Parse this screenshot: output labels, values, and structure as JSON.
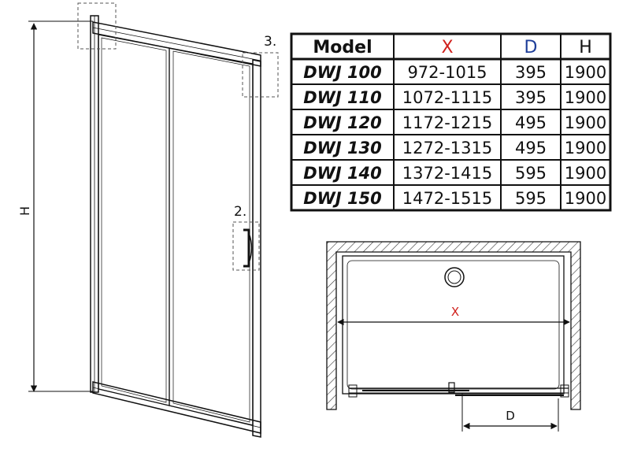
{
  "labels": {
    "height": "H",
    "callout_top": "3.",
    "callout_handle": "2.",
    "width_x": "X",
    "depth_d": "D"
  },
  "table": {
    "headers": [
      "Model",
      "X",
      "D",
      "H"
    ],
    "header_colors": [
      "#111111",
      "#d0201c",
      "#1f3f9a",
      "#111111"
    ],
    "rows": [
      [
        "DWJ 100",
        "972-1015",
        "395",
        "1900"
      ],
      [
        "DWJ 110",
        "1072-1115",
        "395",
        "1900"
      ],
      [
        "DWJ 120",
        "1172-1215",
        "495",
        "1900"
      ],
      [
        "DWJ 130",
        "1272-1315",
        "495",
        "1900"
      ],
      [
        "DWJ 140",
        "1372-1415",
        "595",
        "1900"
      ],
      [
        "DWJ 150",
        "1472-1515",
        "595",
        "1900"
      ]
    ]
  }
}
